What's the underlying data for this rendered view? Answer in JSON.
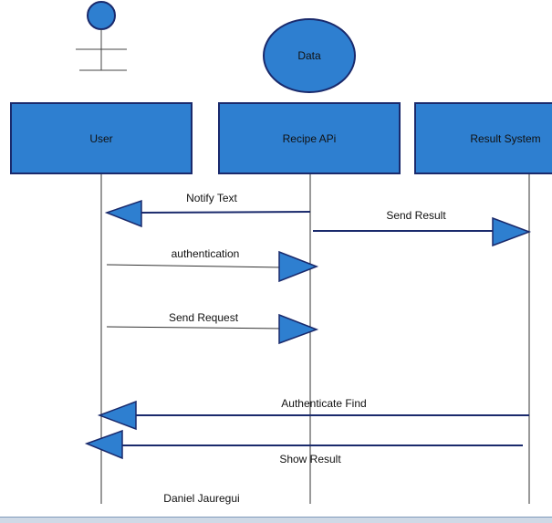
{
  "colors": {
    "box_fill": "#2e7fd0",
    "box_stroke": "#1a2a6c",
    "line": "#1a2a6c",
    "thin_line": "#333333",
    "arrowhead_fill": "#2e7fd0"
  },
  "actor": {
    "icon": "stick-figure-icon"
  },
  "participants": {
    "user": "User",
    "api": "Recipe APi",
    "result": "Result System",
    "data": "Data"
  },
  "messages": {
    "notify": "Notify Text",
    "send_result": "Send Result",
    "authentication": "authentication",
    "send_request": "Send Request",
    "authenticate_find": "Authenticate Find",
    "show_result": "Show Result"
  },
  "author": "Daniel Jauregui"
}
